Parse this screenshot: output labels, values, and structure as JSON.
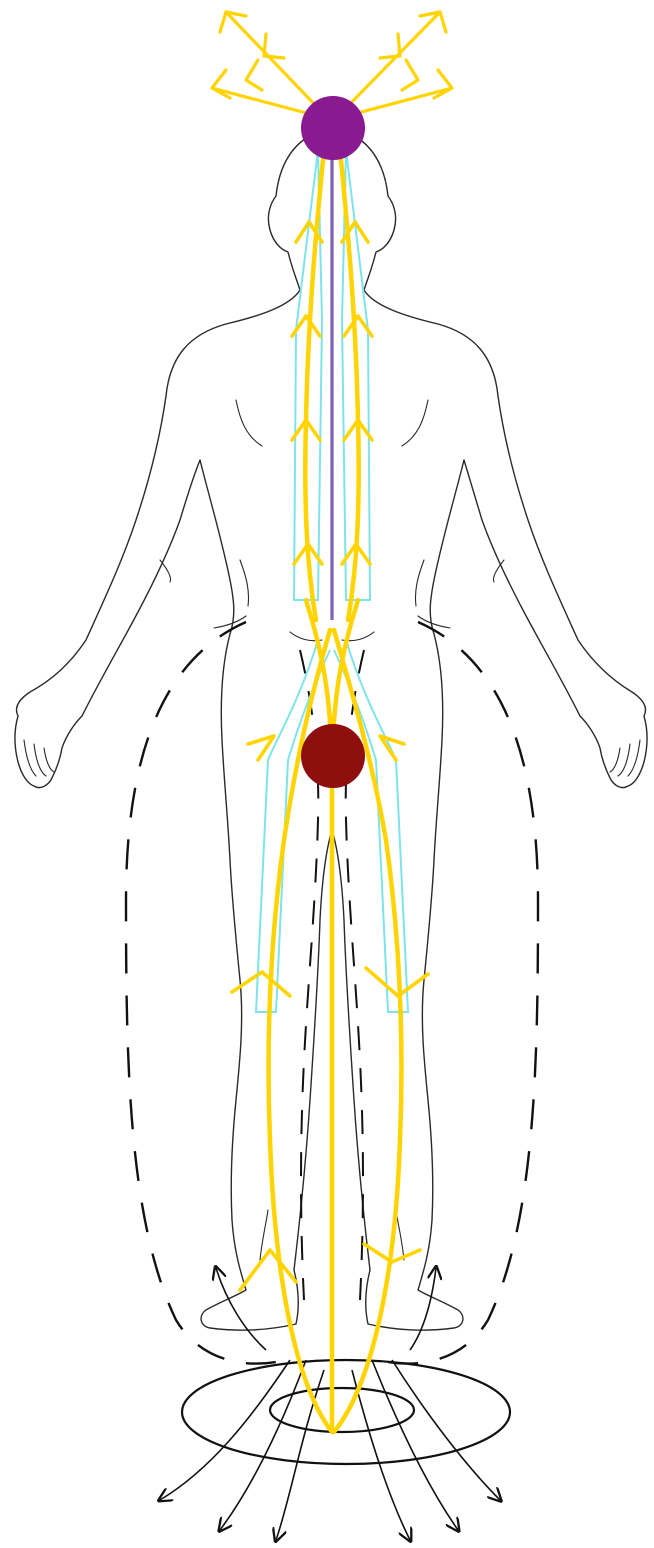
{
  "diagram": {
    "colors": {
      "outline": "#2a2a2a",
      "energy_channel": "#ffd400",
      "outer_channel": "#7fe3ea",
      "central_channel": "#7c62b8",
      "crown_center": "#8a1a8f",
      "base_center": "#8f0e0e",
      "field_lines": "#111111"
    },
    "icons": {
      "crown_center": "circle",
      "base_center": "circle",
      "flow_arrows": "chevron"
    }
  }
}
